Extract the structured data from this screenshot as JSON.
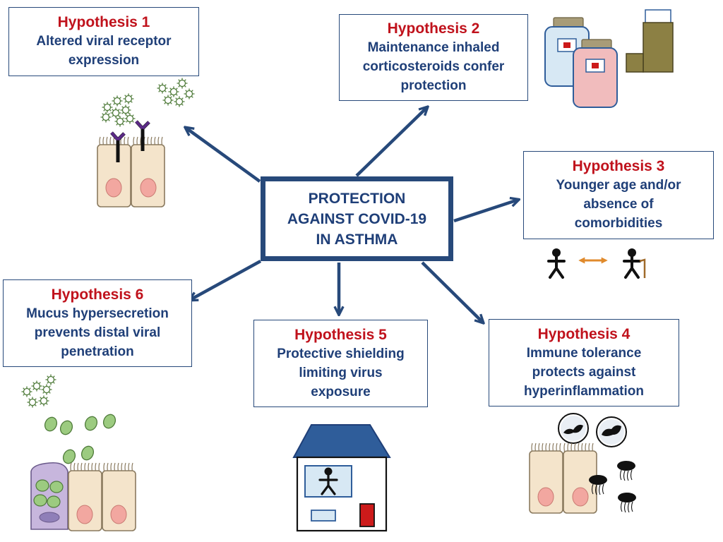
{
  "center": {
    "lines": [
      "PROTECTION",
      "AGAINST COVID-19",
      "IN ASTHMA"
    ]
  },
  "hypotheses": [
    {
      "title": "Hypothesis 1",
      "lines": [
        "Altered viral receptor",
        "expression"
      ],
      "icon": "airway-cells-receptor-icon"
    },
    {
      "title": "Hypothesis 2",
      "lines": [
        "Maintenance inhaled",
        "corticosteroids confer",
        "protection"
      ],
      "icon": "inhaler-medication-icon"
    },
    {
      "title": "Hypothesis 3",
      "lines": [
        "Younger age and/or",
        "absence of",
        "comorbidities"
      ],
      "icon": "young-old-person-icon"
    },
    {
      "title": "Hypothesis 4",
      "lines": [
        "Immune tolerance",
        "protects against",
        "hyperinflammation"
      ],
      "icon": "immune-cells-icon"
    },
    {
      "title": "Hypothesis 5",
      "lines": [
        "Protective shielding",
        "limiting virus",
        "exposure"
      ],
      "icon": "house-shielding-icon"
    },
    {
      "title": "Hypothesis 6",
      "lines": [
        "Mucus hypersecretion",
        "prevents distal viral",
        "penetration"
      ],
      "icon": "mucus-cells-icon"
    }
  ],
  "colors": {
    "title_red": "#c0121c",
    "text_blue": "#1f3f78",
    "arrow_blue": "#27497a",
    "virus_green": "#4f7b3a",
    "mucus_green": "#9ccb80",
    "cell_beige": "#f4e4cb",
    "nucleus_pink": "#f2a7a0",
    "receptor_purple": "#5b2a86",
    "arrow_orange": "#e08a2c",
    "house_blue": "#2f5d9a",
    "door_red": "#cc1a1a"
  }
}
